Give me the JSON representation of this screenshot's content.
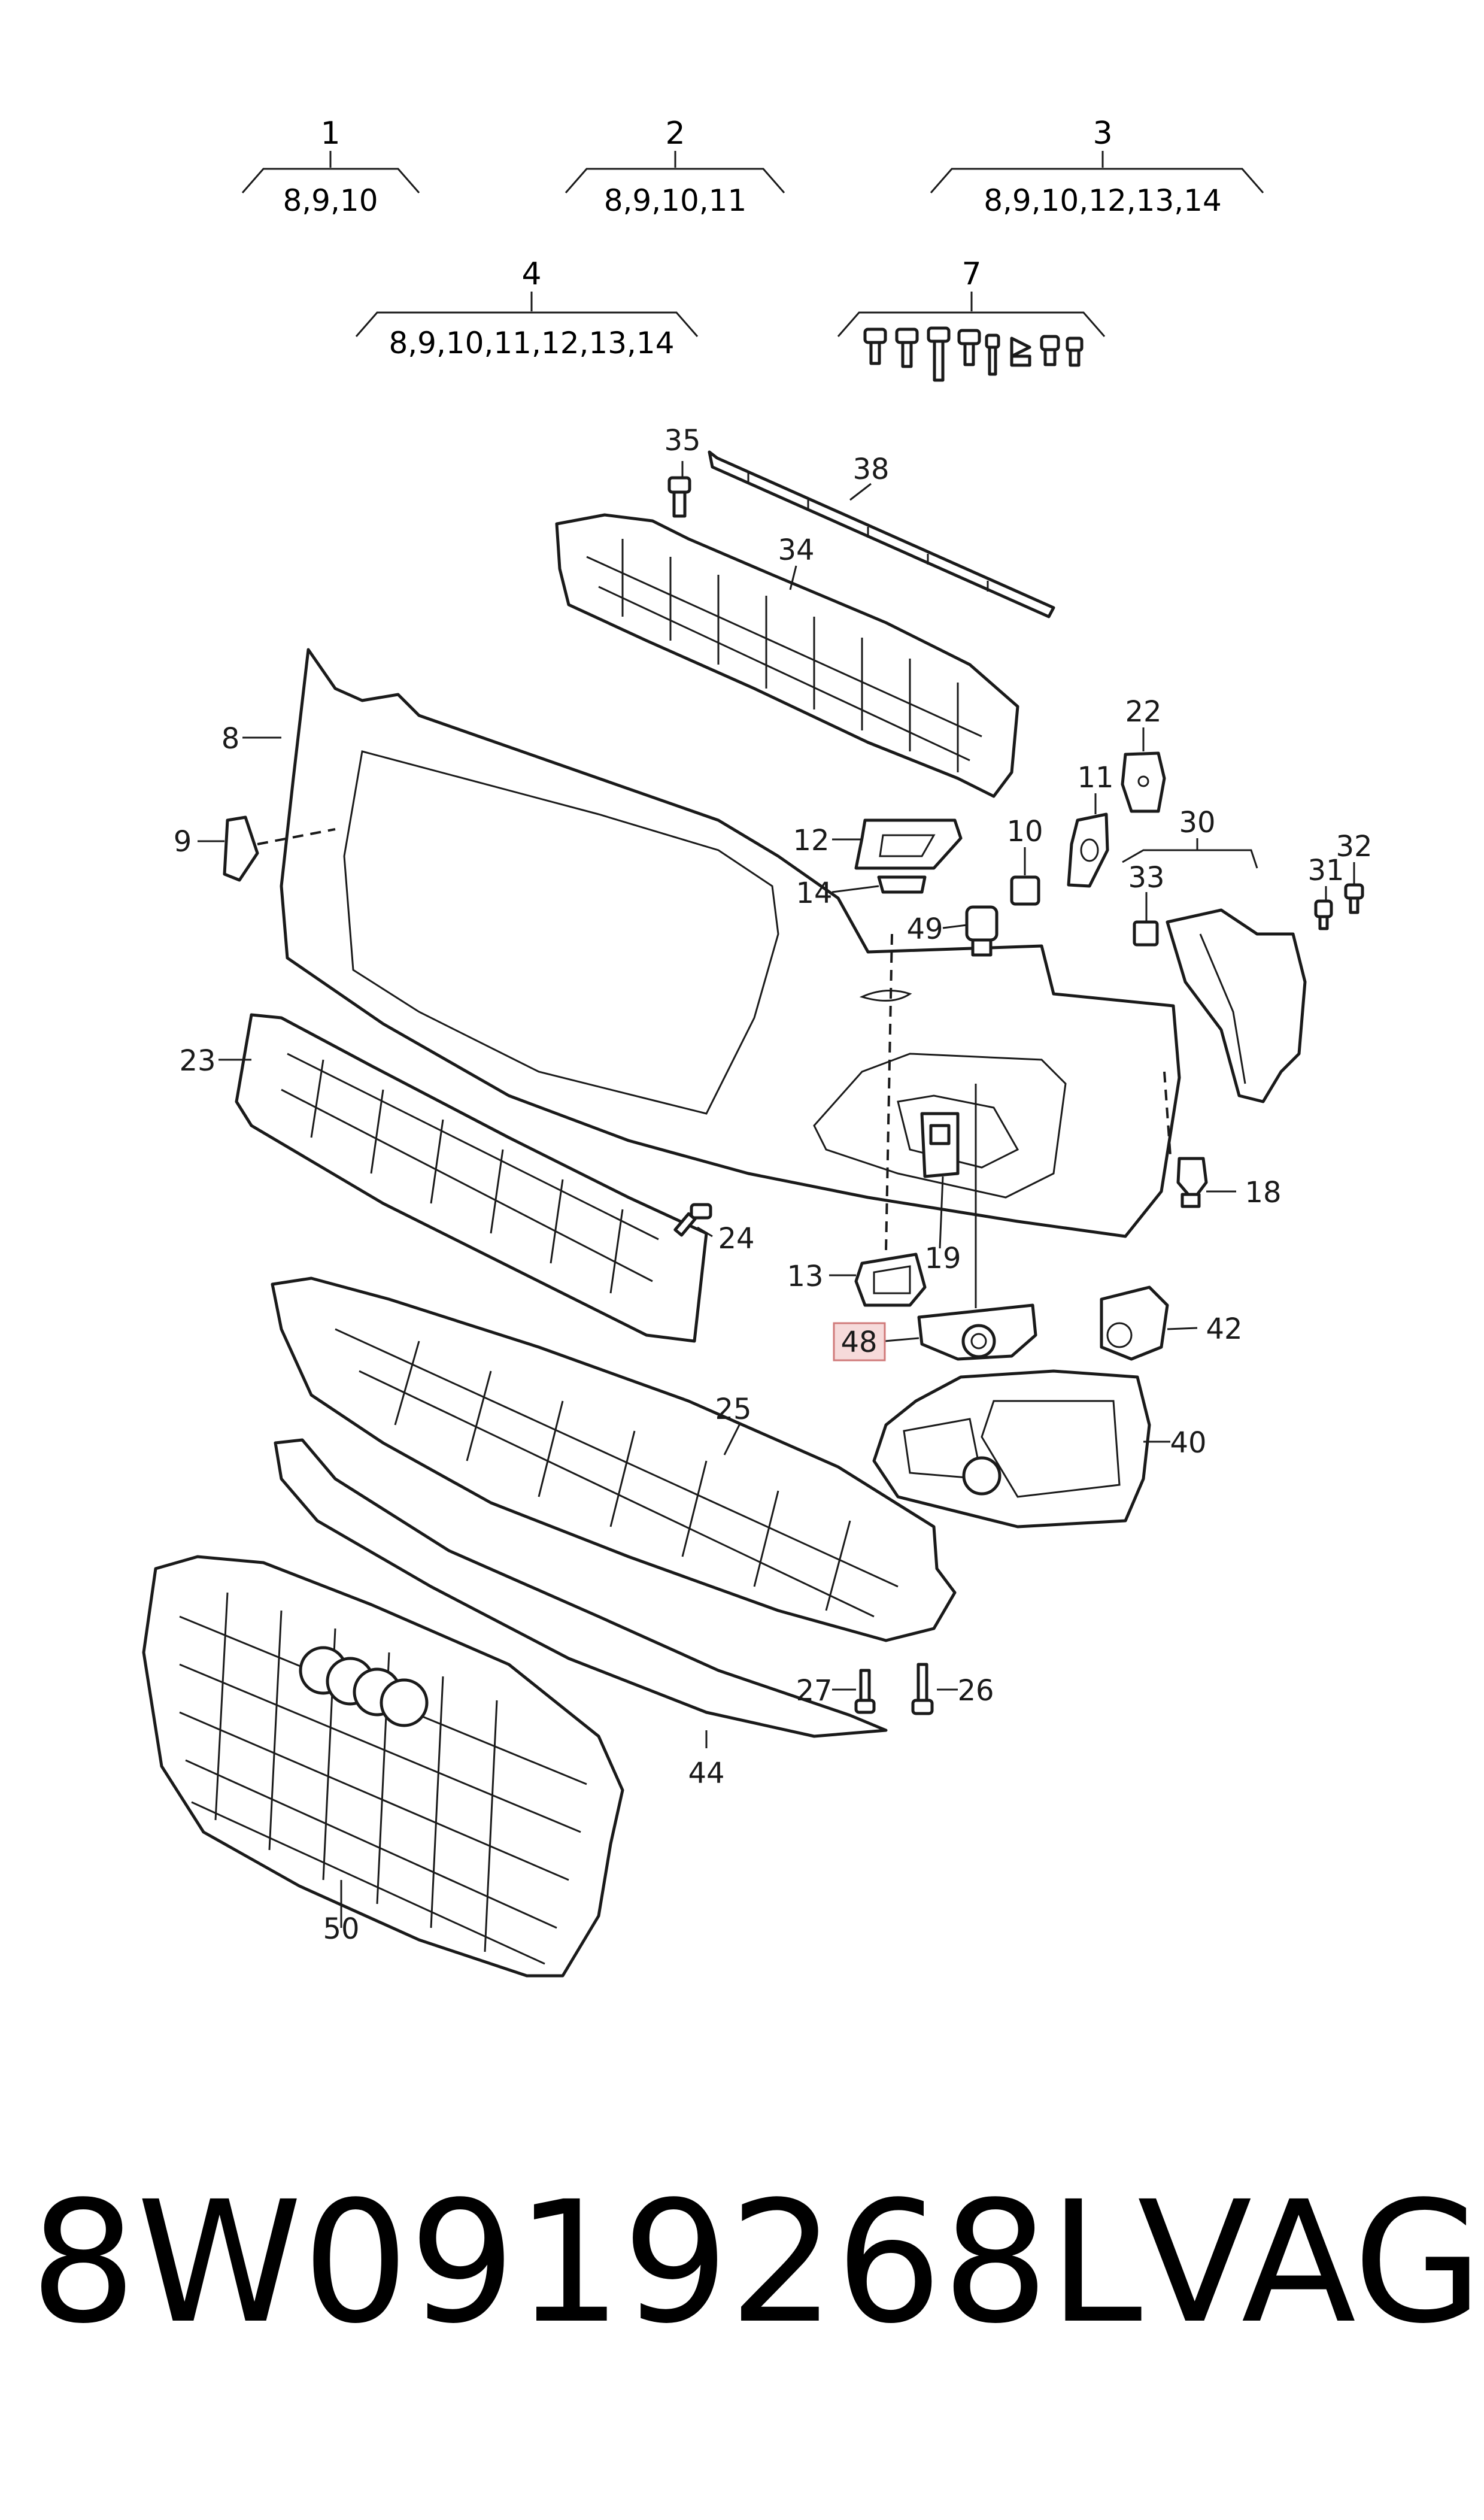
{
  "kits": [
    {
      "number": "1",
      "contents": "8,9,10"
    },
    {
      "number": "2",
      "contents": "8,9,10,11"
    },
    {
      "number": "3",
      "contents": "8,9,10,12,13,14"
    },
    {
      "number": "4",
      "contents": "8,9,10,11,12,13,14"
    },
    {
      "number": "7",
      "contents": ""
    }
  ],
  "callouts": [
    "35",
    "38",
    "34",
    "8",
    "9",
    "22",
    "11",
    "12",
    "10",
    "30",
    "31",
    "32",
    "33",
    "14",
    "49",
    "23",
    "18",
    "24",
    "13",
    "19",
    "48",
    "42",
    "25",
    "40",
    "27",
    "26",
    "44",
    "50"
  ],
  "highlighted_callout": "48",
  "highlight_color": "#f6dada",
  "footer": {
    "part_number": "8W0919268L",
    "brand": "VAG"
  }
}
